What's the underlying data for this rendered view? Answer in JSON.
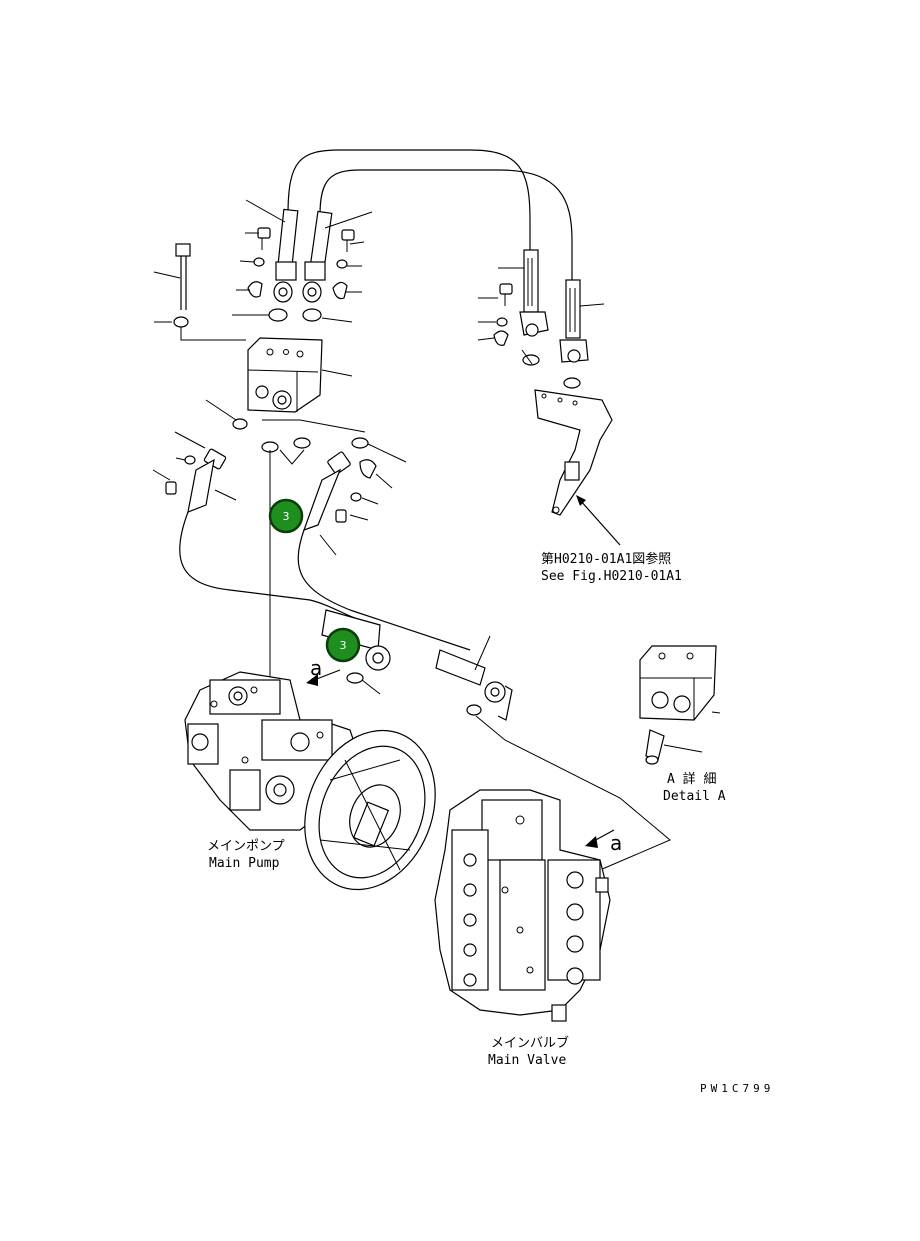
{
  "labels": {
    "see_fig_jp": "第H0210-01A1図参照",
    "see_fig_en": "See Fig.H0210-01A1",
    "detail_jp": "A 詳 細",
    "detail_en": "Detail A",
    "main_pump_jp": "メインポンプ",
    "main_pump_en": "Main Pump",
    "main_valve_jp": "メインバルブ",
    "main_valve_en": "Main Valve",
    "arrow_a_1": "a",
    "arrow_a_2": "a",
    "drawing_id": "PW1C799"
  },
  "badges": [
    {
      "number": "3",
      "color": "#1e8f1e"
    },
    {
      "number": "3",
      "color": "#1e8f1e"
    }
  ]
}
